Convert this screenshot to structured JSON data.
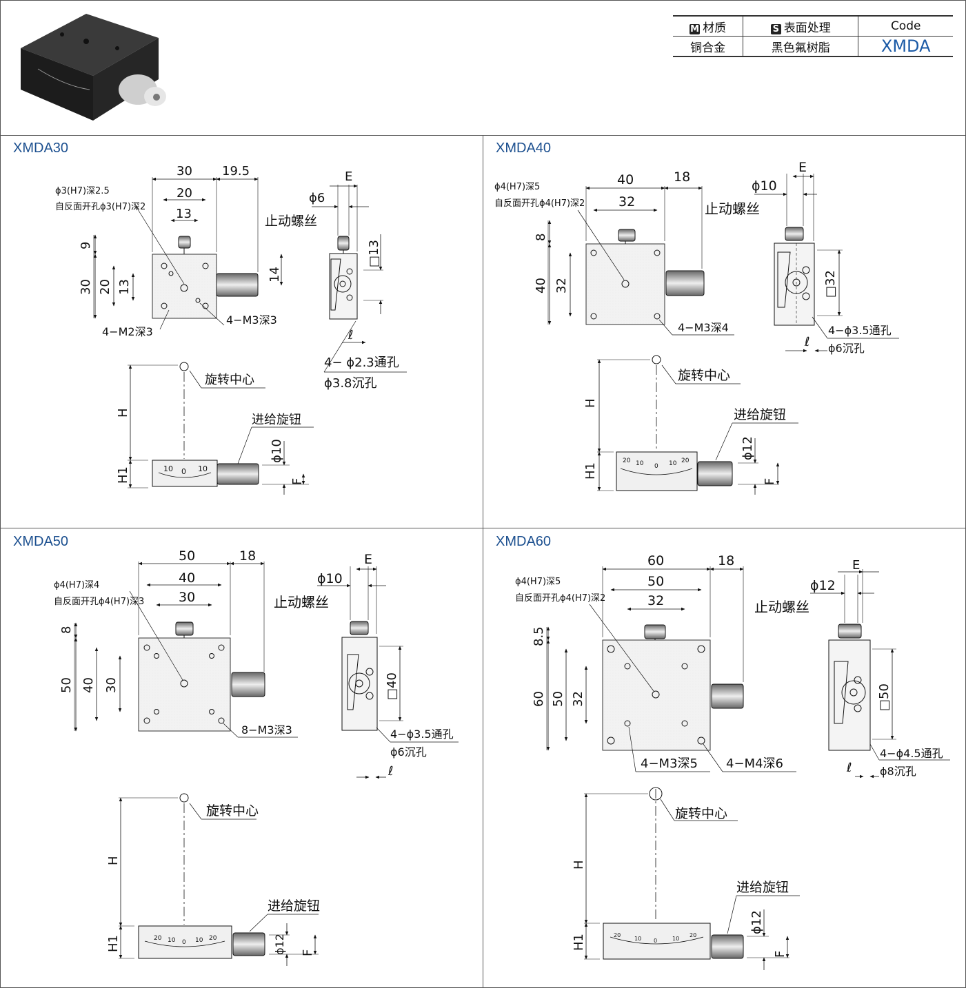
{
  "spec_table": {
    "material_tag": "M",
    "material_header": "材质",
    "surface_tag": "S",
    "surface_header": "表面处理",
    "code_header": "Code",
    "material_value": "铜合金",
    "surface_value": "黑色氟树脂",
    "code_value": "XMDA"
  },
  "common_labels": {
    "stop_screw": "止动螺丝",
    "rotation_center": "旋转中心",
    "feed_knob": "进给旋钮",
    "H": "H",
    "H1": "H1",
    "E": "E",
    "F": "F",
    "l": "ℓ"
  },
  "panels": {
    "xmda30": {
      "title": "XMDA30",
      "dims_top": [
        "30",
        "19.5",
        "20",
        "13"
      ],
      "dims_left": [
        "9",
        "30",
        "20",
        "13"
      ],
      "dim_right": "14",
      "hole_note_1": "ϕ3(H7)深2.5",
      "hole_note_2": "自反面开孔ϕ3(H7)深2",
      "thread_a": "4−M3深3",
      "thread_b": "4−M2深3",
      "side_dia": "ϕ6",
      "side_sq": "□13",
      "side_note_1": "4− ϕ2.3通孔",
      "side_note_2": "ϕ3.8沉孔",
      "knob_dia": "ϕ10",
      "scale_labels": [
        "10",
        "0",
        "10"
      ]
    },
    "xmda40": {
      "title": "XMDA40",
      "dims_top": [
        "40",
        "18",
        "32"
      ],
      "dims_left": [
        "8",
        "40",
        "32"
      ],
      "hole_note_1": "ϕ4(H7)深5",
      "hole_note_2": "自反面开孔ϕ4(H7)深2",
      "thread_a": "4−M3深4",
      "side_dia": "ϕ10",
      "side_sq": "□32",
      "side_note_1": "4−ϕ3.5通孔",
      "side_note_2": "ϕ6沉孔",
      "knob_dia": "ϕ12",
      "scale_labels": [
        "20",
        "10",
        "0",
        "10",
        "20"
      ]
    },
    "xmda50": {
      "title": "XMDA50",
      "dims_top": [
        "50",
        "18",
        "40",
        "30"
      ],
      "dims_left": [
        "8",
        "50",
        "40",
        "30"
      ],
      "hole_note_1": "ϕ4(H7)深4",
      "hole_note_2": "自反面开孔ϕ4(H7)深3",
      "thread_a": "8−M3深3",
      "side_dia": "ϕ10",
      "side_sq": "□40",
      "side_note_1": "4−ϕ3.5通孔",
      "side_note_2": "ϕ6沉孔",
      "knob_dia": "ϕ12",
      "scale_labels": [
        "20",
        "10",
        "0",
        "10",
        "20"
      ]
    },
    "xmda60": {
      "title": "XMDA60",
      "dims_top": [
        "60",
        "18",
        "50",
        "32"
      ],
      "dims_left": [
        "8.5",
        "60",
        "50",
        "32"
      ],
      "hole_note_1": "ϕ4(H7)深5",
      "hole_note_2": "自反面开孔ϕ4(H7)深2",
      "thread_a": "4−M3深5",
      "thread_b": "4−M4深6",
      "side_dia": "ϕ12",
      "side_sq": "□50",
      "side_note_1": "4−ϕ4.5通孔",
      "side_note_2": "ϕ8沉孔",
      "knob_dia": "ϕ12",
      "scale_labels": [
        "20",
        "10",
        "0",
        "10",
        "20"
      ]
    }
  }
}
